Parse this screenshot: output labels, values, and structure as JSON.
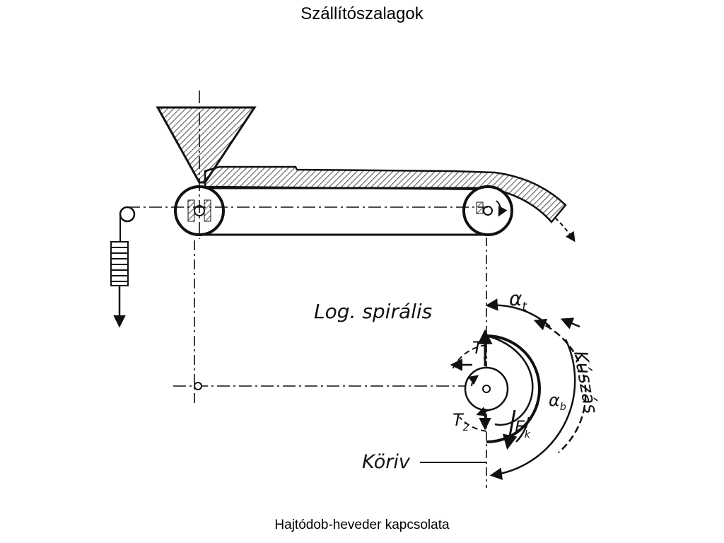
{
  "slide": {
    "title": "Szállítószalagok",
    "caption": "Hajtódob-heveder kapcsolata"
  },
  "diagram": {
    "labels": {
      "log_spiral": "Log. spirális",
      "creep": "Kúszás",
      "arc": "Köriv",
      "alpha": "α",
      "sub_t": "t",
      "sub_b": "b",
      "T": "T",
      "sub_1": "1",
      "sub_2": "2",
      "F": "F",
      "sub_k": "k"
    }
  }
}
